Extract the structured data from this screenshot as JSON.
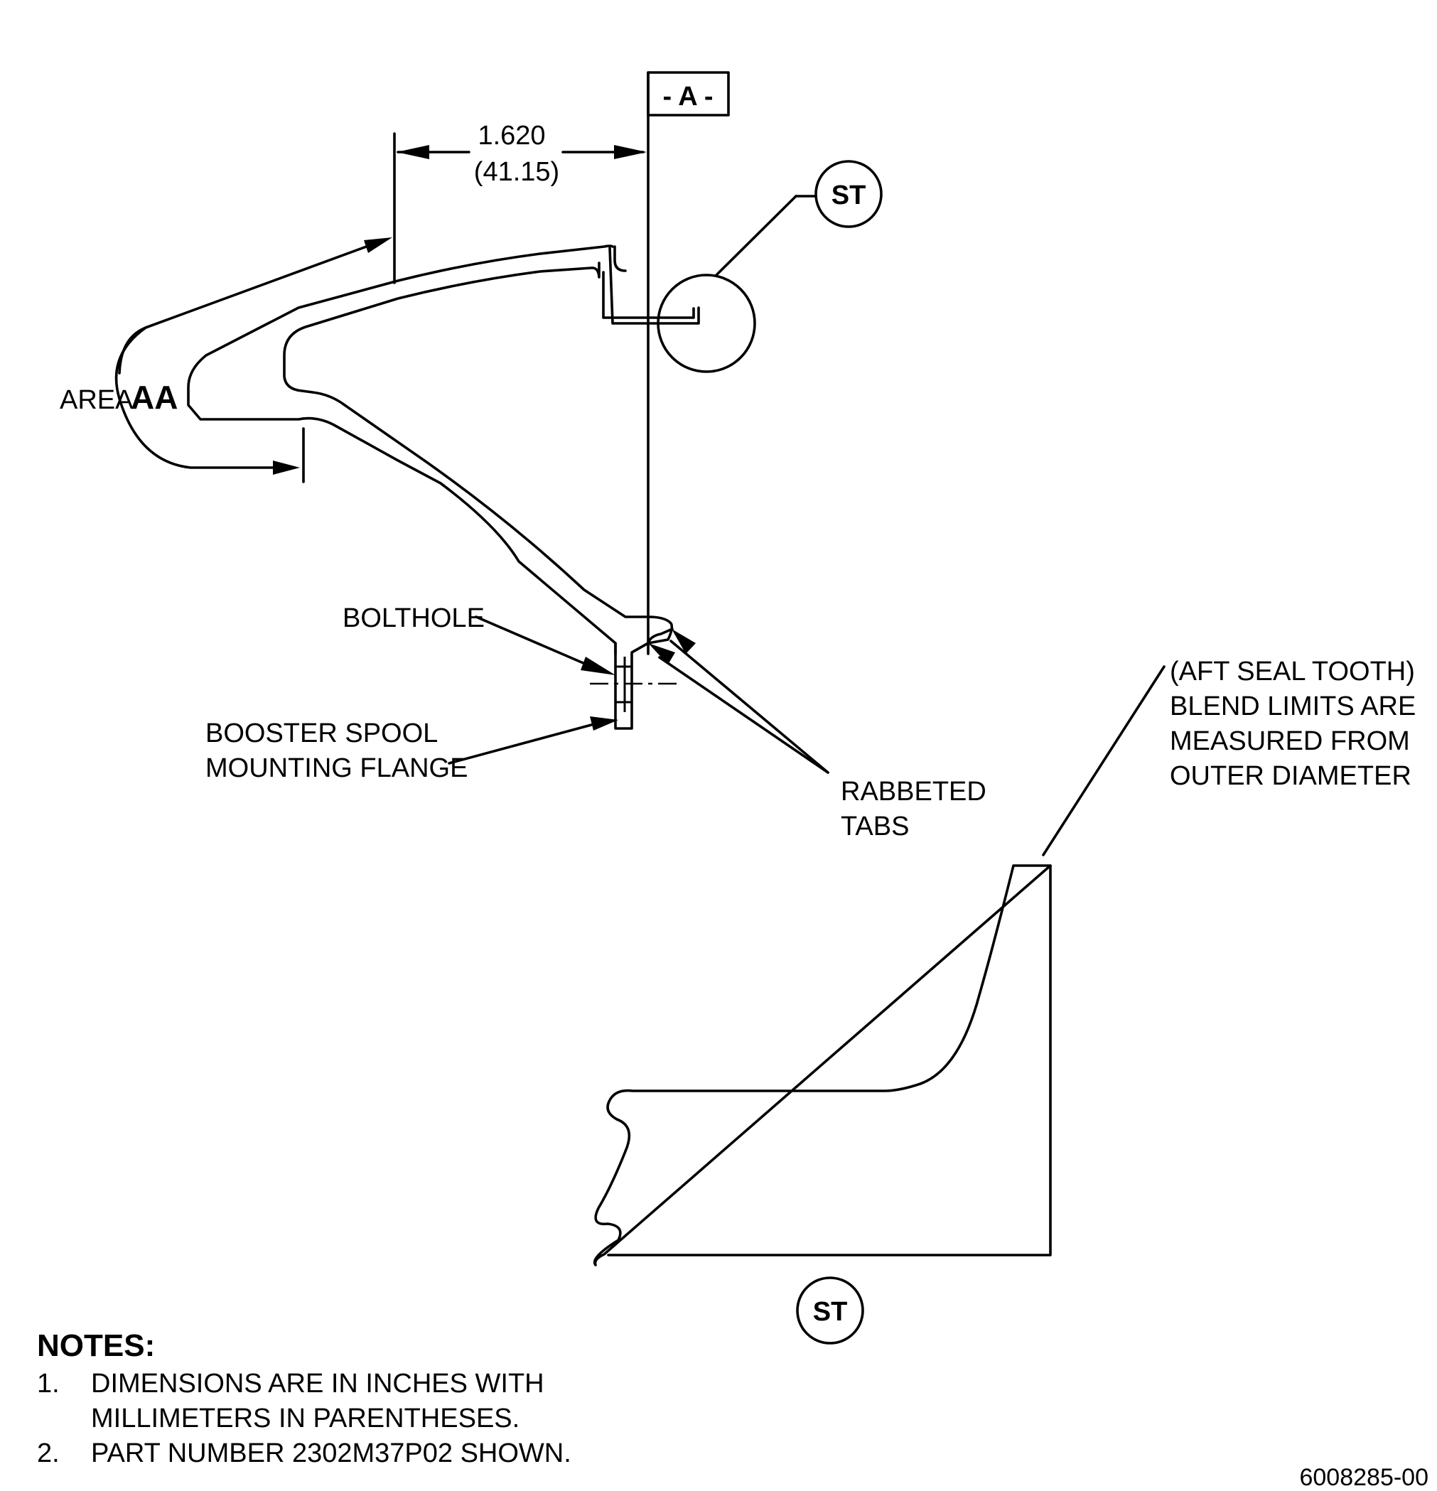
{
  "datum": {
    "label": "- A -"
  },
  "dimension": {
    "inches": "1.620",
    "millimeters": "(41.15)"
  },
  "callouts": {
    "st_top": "ST",
    "st_bottom": "ST",
    "area_prefix": "AREA",
    "area_id": "AA",
    "bolthole": "BOLTHOLE",
    "flange_line1": "BOOSTER SPOOL",
    "flange_line2": "MOUNTING FLANGE",
    "tabs_line1": "RABBETED",
    "tabs_line2": "TABS",
    "seal_line1": "(AFT SEAL TOOTH)",
    "seal_line2": "BLEND LIMITS ARE",
    "seal_line3": "MEASURED FROM",
    "seal_line4": "OUTER DIAMETER"
  },
  "notes": {
    "title": "NOTES:",
    "items": [
      {
        "num": "1.",
        "line1": "DIMENSIONS ARE IN INCHES WITH",
        "line2": "MILLIMETERS IN PARENTHESES."
      },
      {
        "num": "2.",
        "line1": "PART NUMBER 2302M37P02 SHOWN.",
        "line2": ""
      }
    ]
  },
  "figure_id": "6008285-00"
}
